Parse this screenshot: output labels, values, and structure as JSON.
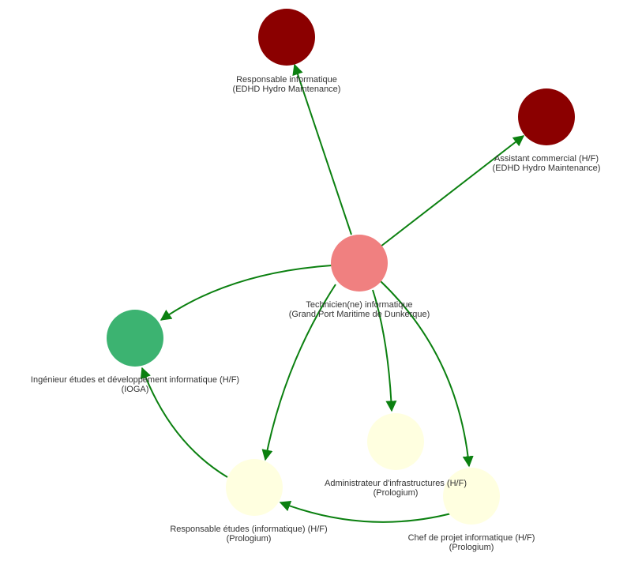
{
  "colors": {
    "edge": "#0b8010",
    "dark_red": "#8b0000",
    "salmon": "#f08080",
    "green": "#3cb371",
    "pale_yellow": "#ffffe0"
  },
  "nodes": {
    "technicien": {
      "title": "Technicien(ne) informatique",
      "org": "(Grand Port Maritime de Dunkerque)"
    },
    "responsable_informatique": {
      "title": "Responsable informatique",
      "org": "(EDHD Hydro Maintenance)"
    },
    "assistant_commercial": {
      "title": "Assistant commercial (H/F)",
      "org": "(EDHD Hydro Maintenance)"
    },
    "ingenieur_etudes": {
      "title": "Ingénieur études et développement informatique (H/F)",
      "org": "(IOGA)"
    },
    "administrateur_infra": {
      "title": "Administrateur d'infrastructures (H/F)",
      "org": "(Prologium)"
    },
    "responsable_etudes": {
      "title": "Responsable études (informatique) (H/F)",
      "org": "(Prologium)"
    },
    "chef_projet": {
      "title": "Chef de projet informatique (H/F)",
      "org": "(Prologium)"
    }
  }
}
